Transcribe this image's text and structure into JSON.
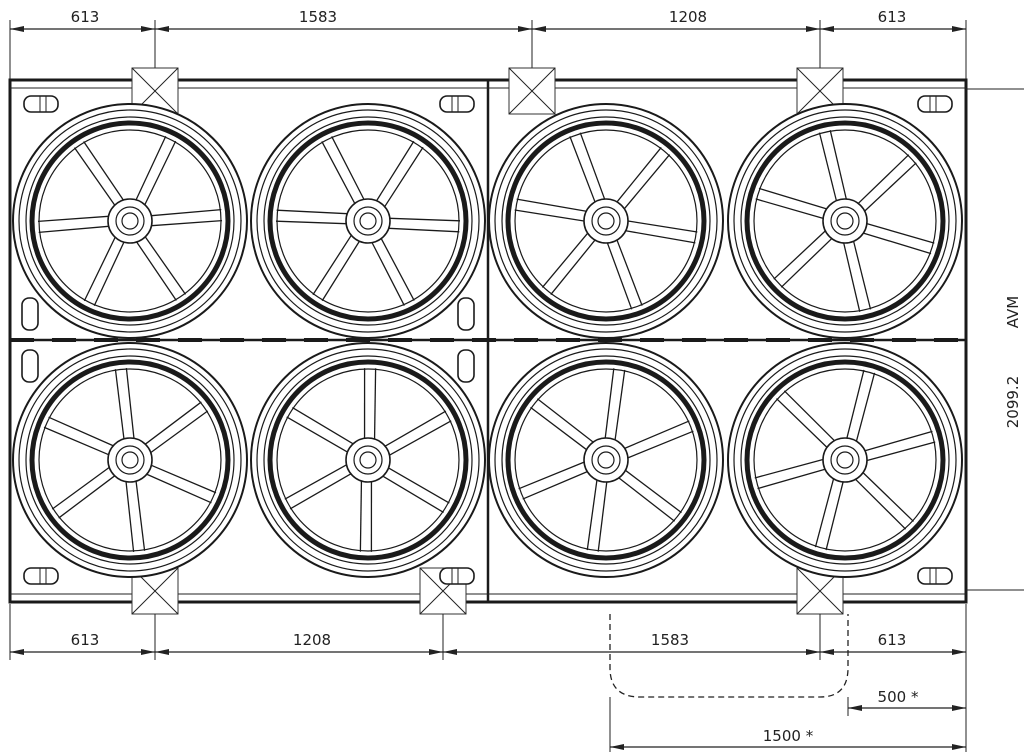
{
  "dimensions": {
    "top": [
      "613",
      "1583",
      "1208",
      "613"
    ],
    "bottom": [
      "613",
      "1208",
      "1583",
      "613"
    ],
    "clearance_small": "500 *",
    "clearance_large": "1500 *",
    "height": "2099.2"
  },
  "side_label": "AVM",
  "fan_count": 8,
  "blade_count": 6,
  "colors": {
    "line": "#1a1a1a",
    "background": "#ffffff"
  }
}
